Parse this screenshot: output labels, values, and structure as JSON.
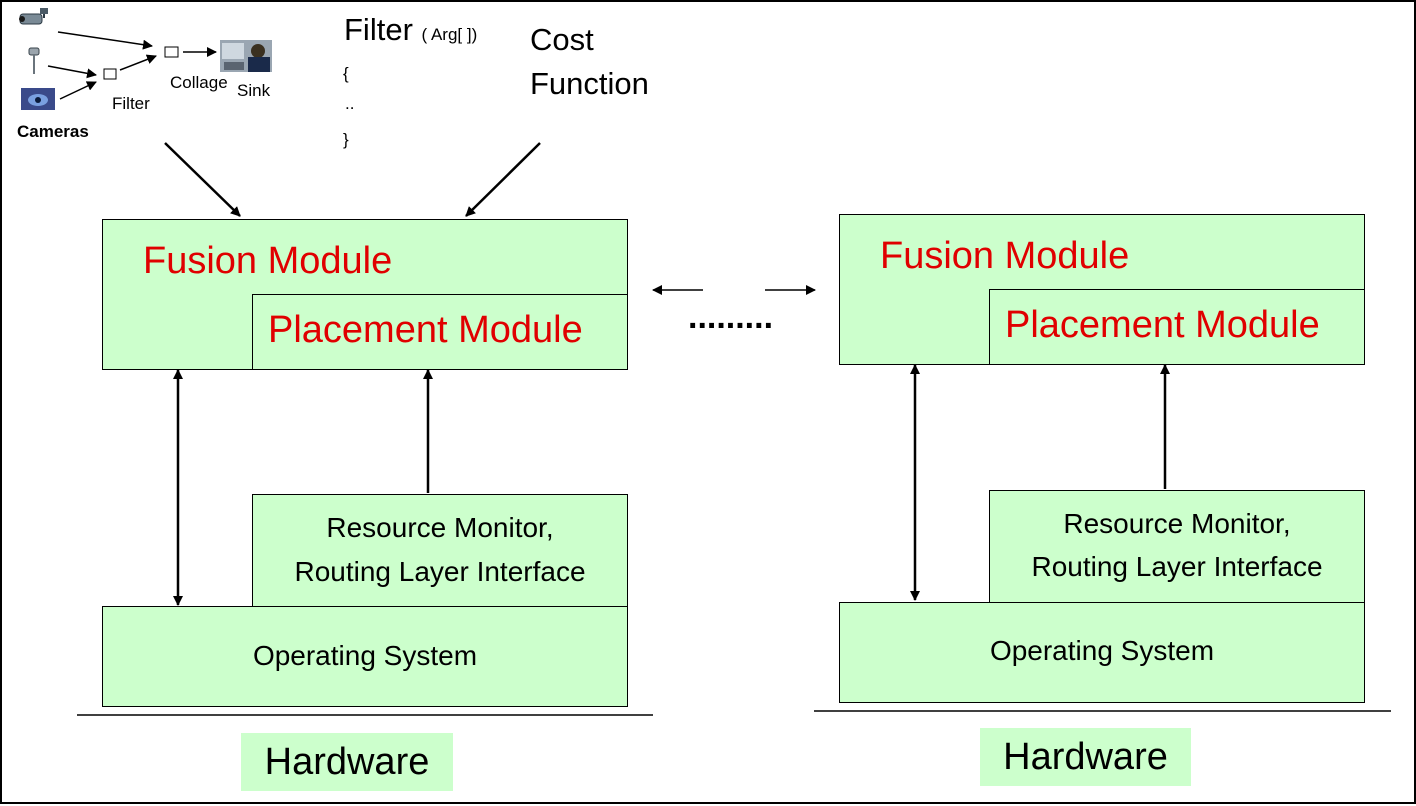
{
  "colors": {
    "module_fill": "#ccffcc",
    "module_text": "#e00000",
    "hardware_fill": "#ccffcc"
  },
  "pipeline": {
    "cameras_label": "Cameras",
    "filter_label": "Filter",
    "collage_label": "Collage",
    "sink_label": "Sink",
    "icons": [
      "surveillance-camera-icon",
      "pole-camera-icon",
      "camera-image-icon",
      "sink-photo-icon"
    ]
  },
  "filter_code": {
    "title": "Filter",
    "args": "( Arg[ ])",
    "open_brace": "{",
    "ellipsis": "..",
    "close_brace": "}"
  },
  "cost_function": {
    "line1": "Cost",
    "line2": "Function"
  },
  "ellipsis_between": ".........",
  "nodes": [
    {
      "fusion_module": "Fusion Module",
      "placement_module": "Placement Module",
      "resource_monitor_line1": "Resource Monitor,",
      "resource_monitor_line2": "Routing Layer Interface",
      "operating_system": "Operating System",
      "hardware": "Hardware"
    },
    {
      "fusion_module": "Fusion Module",
      "placement_module": "Placement Module",
      "resource_monitor_line1": "Resource Monitor,",
      "resource_monitor_line2": "Routing Layer Interface",
      "operating_system": "Operating System",
      "hardware": "Hardware"
    }
  ]
}
